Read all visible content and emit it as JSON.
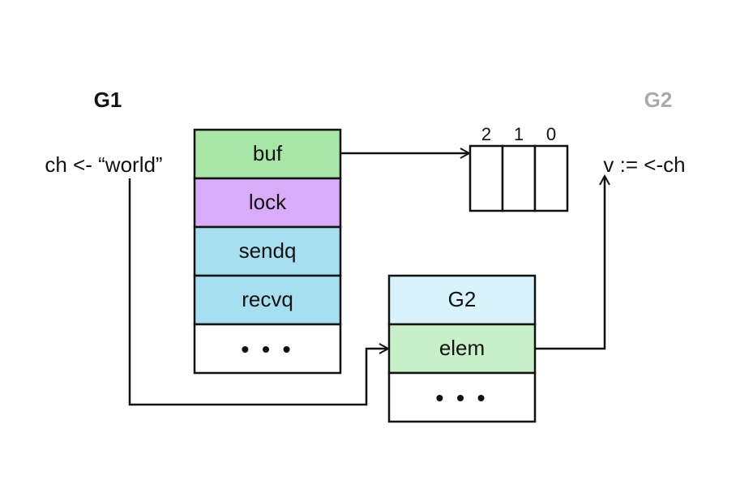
{
  "g1": {
    "heading": "G1",
    "statement": "ch <- “world”"
  },
  "g2": {
    "heading": "G2",
    "statement": "v := <-ch"
  },
  "hchan": {
    "fields": [
      {
        "label": "buf",
        "color": "#a8e6a8"
      },
      {
        "label": "lock",
        "color": "#d9acf9"
      },
      {
        "label": "sendq",
        "color": "#a6dff0"
      },
      {
        "label": "recvq",
        "color": "#a6dff0"
      },
      {
        "label": "• • •",
        "color": "#ffffff"
      }
    ]
  },
  "buffer": {
    "indices": [
      "2",
      "1",
      "0"
    ]
  },
  "sudog": {
    "fields": [
      {
        "label": "G2",
        "color": "#d9f3fc"
      },
      {
        "label": "elem",
        "color": "#c8f0c8"
      },
      {
        "label": "• • •",
        "color": "#ffffff"
      }
    ]
  },
  "colors": {
    "g1_heading": "#111111",
    "g2_heading": "#aaaaaa",
    "g2_statement": "#a0a0a0",
    "stroke": "#111111"
  }
}
